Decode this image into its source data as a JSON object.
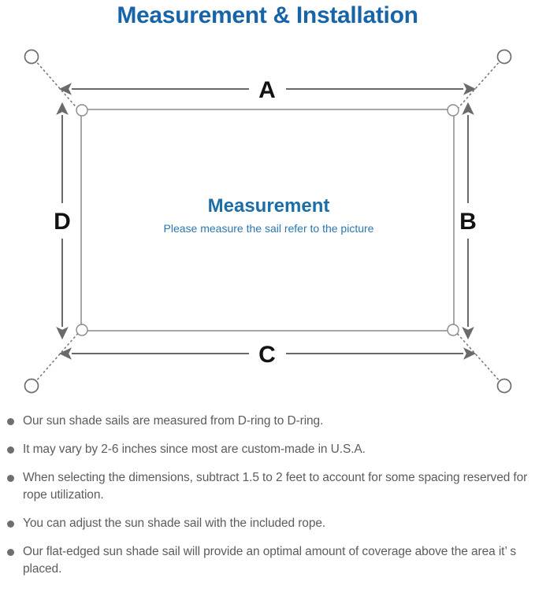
{
  "header": {
    "title": "Measurement & Installation",
    "title_color": "#1765a8"
  },
  "diagram": {
    "sail": {
      "title": "Measurement",
      "subtitle": "Please measure the sail refer to the picture",
      "title_color": "#1a6fa8",
      "subtitle_color": "#2a77b0",
      "outline_color": "#8a8a8a"
    },
    "dimension_labels": {
      "top": "A",
      "right": "B",
      "bottom": "C",
      "left": "D"
    },
    "arrow_color": "#6a6a6a",
    "rope_color": "#7a7a7a",
    "anchor_ring_color": "#6e6e6e",
    "d_ring_color": "#8a8a8a",
    "icons": {
      "anchor_point": "anchor-ring-icon",
      "corner_ring": "d-ring-icon",
      "rope": "dotted-rope-line",
      "dimension_arrow": "double-headed-arrow"
    }
  },
  "notes": {
    "bullet_color": "#6e6e6e",
    "items": [
      "Our sun shade sails are measured from D-ring to D-ring.",
      "It may vary by 2-6 inches since most are custom-made in U.S.A.",
      "When selecting the dimensions, subtract 1.5 to 2 feet to account for some spacing reserved for rope utilization.",
      "You can adjust the sun shade sail with the included rope.",
      "Our flat-edged sun shade sail will provide an optimal amount of coverage above the area it’ s placed."
    ]
  }
}
